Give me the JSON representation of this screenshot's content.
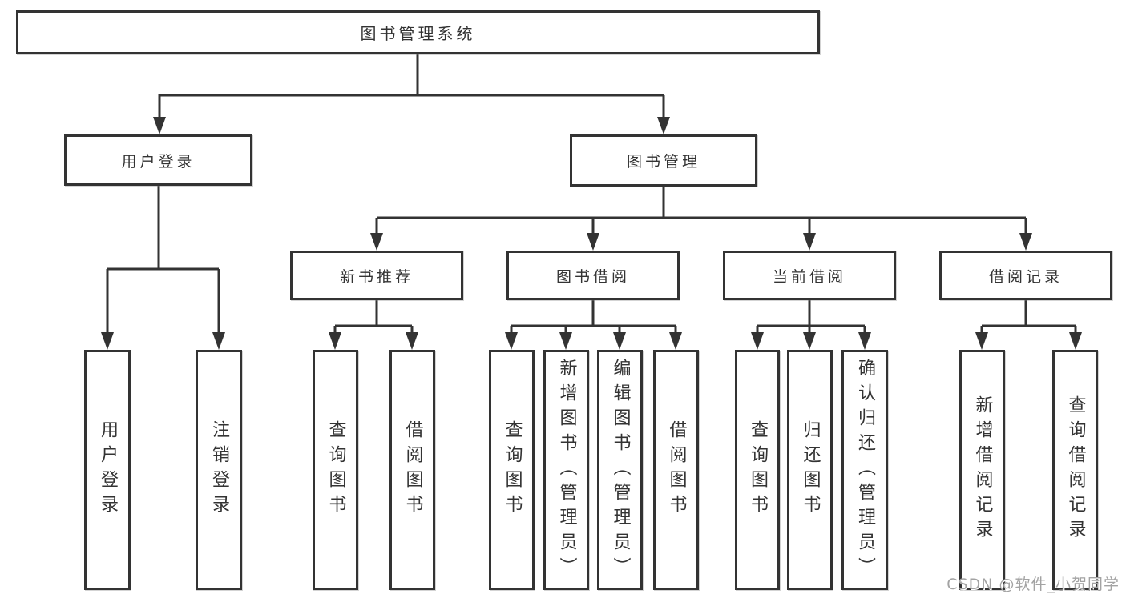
{
  "diagram_title": "图书管理系统",
  "colors": {
    "line": "#333333",
    "text": "#333333",
    "background": "#ffffff",
    "watermark": "#a3a3a3"
  },
  "nodes": {
    "root": {
      "label": "图书管理系统"
    },
    "user_login": {
      "label": "用户登录"
    },
    "book_mgmt": {
      "label": "图书管理"
    },
    "new_book_rec": {
      "label": "新书推荐"
    },
    "book_borrow": {
      "label": "图书借阅"
    },
    "current_borrow": {
      "label": "当前借阅"
    },
    "borrow_record": {
      "label": "借阅记录"
    },
    "leaf_user_login": {
      "label": "用户登录"
    },
    "leaf_logout": {
      "label": "注销登录"
    },
    "leaf_query_book_1": {
      "label": "查询图书"
    },
    "leaf_borrow_book_1": {
      "label": "借阅图书"
    },
    "leaf_query_book_2": {
      "label": "查询图书"
    },
    "leaf_add_book": {
      "label": "新增图书（管理员）"
    },
    "leaf_edit_book": {
      "label": "编辑图书（管理员）"
    },
    "leaf_borrow_book_2": {
      "label": "借阅图书"
    },
    "leaf_query_book_3": {
      "label": "查询图书"
    },
    "leaf_return_book": {
      "label": "归还图书"
    },
    "leaf_confirm_return": {
      "label": "确认归还（管理员）"
    },
    "leaf_add_record": {
      "label": "新增借阅记录"
    },
    "leaf_query_record": {
      "label": "查询借阅记录"
    }
  },
  "watermark": {
    "text": "CSDN @软件_小贺同学"
  }
}
